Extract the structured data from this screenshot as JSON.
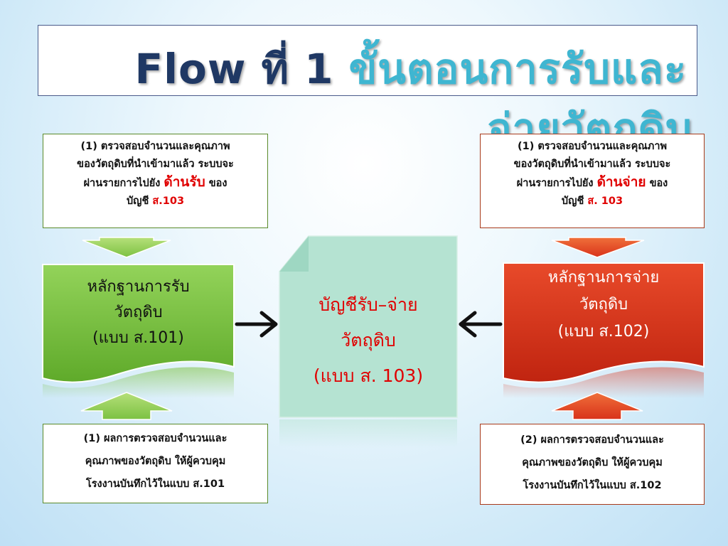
{
  "title": {
    "flow_label": "Flow ที่ 1",
    "line1_rest": "ขั้นตอนการรับและ",
    "line2": "จ่ายวัตถุดิบ"
  },
  "note_top_left": {
    "line1": "(1) ตรวจสอบจำนวนและคุณภาพ",
    "line2": "ของวัตถุดิบที่นำเข้ามาแล้ว  ระบบจะ",
    "line3_pre": "ผ่านรายการไปยัง",
    "line3_emph": "ด้านรับ",
    "line3_post": "ของ",
    "line4_pre": "บัญชี",
    "line4_emph": "ส.103"
  },
  "note_top_right": {
    "line1": "(1) ตรวจสอบจำนวนและคุณภาพ",
    "line2": "ของวัตถุดิบที่นำเข้ามาแล้ว ระบบจะ",
    "line3_pre": "ผ่านรายการไปยัง",
    "line3_emph": "ด้านจ่าย",
    "line3_post": "ของ",
    "line4_pre": "บัญชี",
    "line4_emph": "ส. 103"
  },
  "doc_left": {
    "line1": "หลักฐานการรับ",
    "line2": "วัตถุดิบ",
    "line3": "(แบบ ส.101)"
  },
  "doc_center": {
    "line1": "บัญชีรับ–จ่าย",
    "line2": "วัตถุดิบ",
    "line3": "(แบบ ส. 103)"
  },
  "doc_right": {
    "line1": "หลักฐานการจ่าย",
    "line2": "วัตถุดิบ",
    "line3": "(แบบ ส.102)"
  },
  "note_bottom_left": {
    "line1": "(1) ผลการตรวจสอบจำนวนและ",
    "line2": "คุณภาพของวัตถุดิบ ให้ผู้ควบคุม",
    "line3": "โรงงานบันทึกไว้ในแบบ ส.101"
  },
  "note_bottom_right": {
    "line1": "(2) ผลการตรวจสอบจำนวนและ",
    "line2": "คุณภาพของวัตถุดิบ ให้ผู้ควบคุม",
    "line3": "โรงงานบันทึกไว้ในแบบ ส.102"
  },
  "colors": {
    "green_doc": "#7cc142",
    "red_doc": "#d8321a",
    "center_doc": "#b5e3d2",
    "title_navy": "#1f3864",
    "title_teal": "#3fb6d1",
    "emphasis_red": "#e00000"
  }
}
